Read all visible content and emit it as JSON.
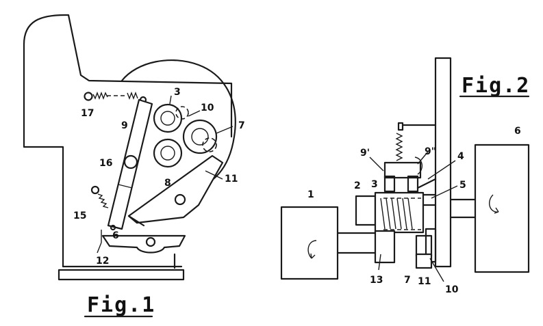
{
  "fig1": {
    "caption": "Fig.1",
    "labels": {
      "l3": "3",
      "l10": "10",
      "l7": "7",
      "l17": "17",
      "l9": "9",
      "l16": "16",
      "l8": "8",
      "l11": "11",
      "l15": "15",
      "l6": "6",
      "l12": "12"
    }
  },
  "fig2": {
    "caption": "Fig.2",
    "labels": {
      "l6": "6",
      "l9p": "9'",
      "l9pp": "9\"",
      "l4": "4",
      "l2": "2",
      "l3": "3",
      "l5": "5",
      "l1": "1",
      "l13": "13",
      "l7": "7",
      "l11": "11",
      "l10": "10"
    }
  }
}
